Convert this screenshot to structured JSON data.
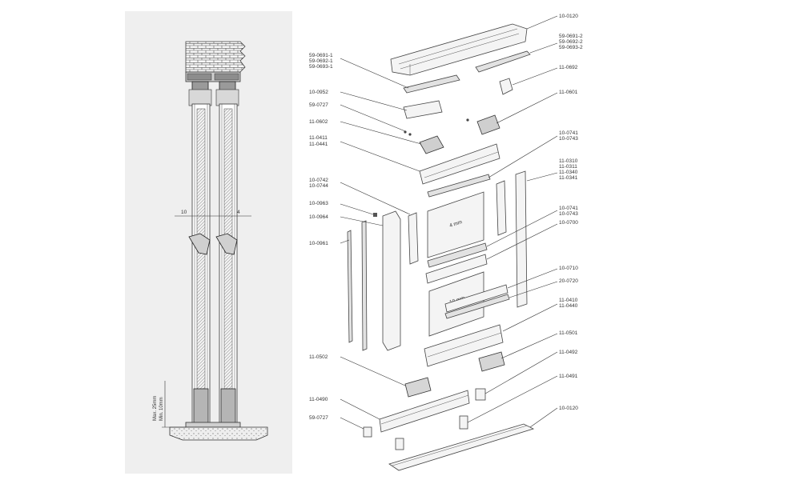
{
  "section_view": {
    "dim_left": "10",
    "dim_right": "4",
    "floor_min": "Min. 10mm",
    "floor_max": "Max. 25mm"
  },
  "panels": {
    "upper_panel": "4 mm",
    "lower_panel": "10 mm"
  },
  "part_labels": [
    {
      "id": "l1",
      "text": "10-0120"
    },
    {
      "id": "l2",
      "text": "59-0691-2"
    },
    {
      "id": "l3",
      "text": "59-0692-2"
    },
    {
      "id": "l4",
      "text": "59-0693-2"
    },
    {
      "id": "l5",
      "text": "11-0692"
    },
    {
      "id": "l6",
      "text": "11-0601"
    },
    {
      "id": "l7",
      "text": "10-0741"
    },
    {
      "id": "l8",
      "text": "10-0743"
    },
    {
      "id": "l9",
      "text": "11-0310"
    },
    {
      "id": "l10",
      "text": "11-0311"
    },
    {
      "id": "l11",
      "text": "11-0340"
    },
    {
      "id": "l12",
      "text": "11-0341"
    },
    {
      "id": "l13",
      "text": "10-0741"
    },
    {
      "id": "l14",
      "text": "10-0743"
    },
    {
      "id": "l15",
      "text": "10-0700"
    },
    {
      "id": "l16",
      "text": "10-0710"
    },
    {
      "id": "l17",
      "text": "20-0720"
    },
    {
      "id": "l18",
      "text": "11-0410"
    },
    {
      "id": "l19",
      "text": "11-0440"
    },
    {
      "id": "l20",
      "text": "11-0501"
    },
    {
      "id": "l21",
      "text": "11-0492"
    },
    {
      "id": "l22",
      "text": "11-0491"
    },
    {
      "id": "l23",
      "text": "10-0120"
    },
    {
      "id": "l24",
      "text": "59-0691-1"
    },
    {
      "id": "l25",
      "text": "59-0692-1"
    },
    {
      "id": "l26",
      "text": "59-0693-1"
    },
    {
      "id": "l27",
      "text": "10-0952"
    },
    {
      "id": "l28",
      "text": "59-0727"
    },
    {
      "id": "l29",
      "text": "11-0602"
    },
    {
      "id": "l30",
      "text": "11-0411"
    },
    {
      "id": "l31",
      "text": "11-0441"
    },
    {
      "id": "l32",
      "text": "10-0742"
    },
    {
      "id": "l33",
      "text": "10-0744"
    },
    {
      "id": "l34",
      "text": "10-0963"
    },
    {
      "id": "l35",
      "text": "10-0964"
    },
    {
      "id": "l36",
      "text": "10-0961"
    },
    {
      "id": "l37",
      "text": "11-0502"
    },
    {
      "id": "l38",
      "text": "11-0490"
    },
    {
      "id": "l39",
      "text": "59-0727"
    }
  ]
}
